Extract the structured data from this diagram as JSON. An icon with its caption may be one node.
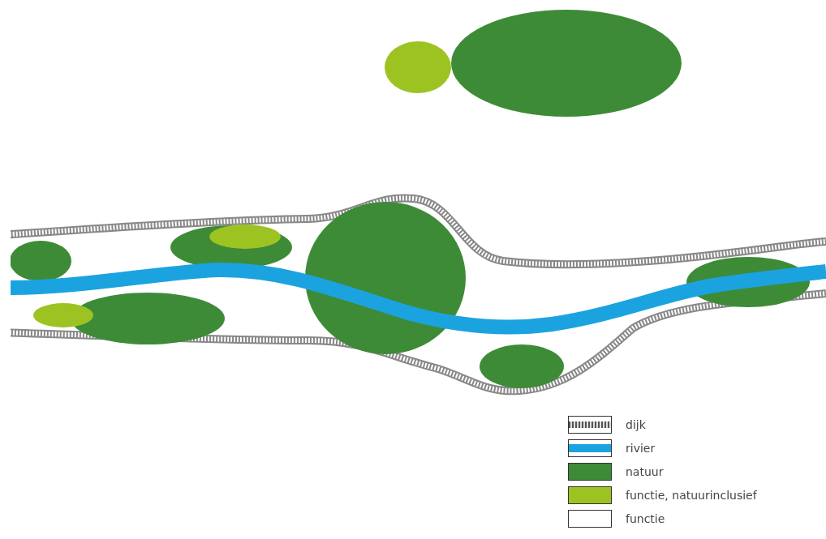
{
  "diagram": {
    "legend": [
      {
        "text": "dijk"
      },
      {
        "text": "rivier"
      },
      {
        "text": "natuur",
        "color": "#3d8b37"
      },
      {
        "text": "functie, natuurinclusief",
        "color": "#9cc322"
      },
      {
        "text": "functie",
        "color": "#ffffff"
      }
    ]
  }
}
